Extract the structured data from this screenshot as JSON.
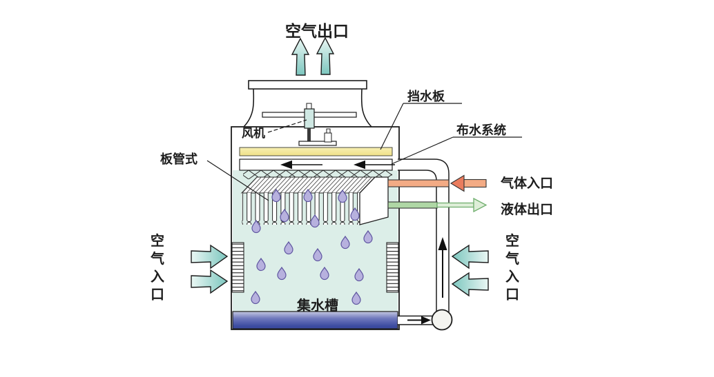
{
  "diagram": {
    "title_note": "evaporative cooling tower schematic",
    "labels": {
      "air_outlet": "空气出口",
      "fan": "风机",
      "water_baffle": "挡水板",
      "water_distribution_system": "布水系统",
      "plate_tube_type": "板管式",
      "gas_inlet": "气体入口",
      "liquid_outlet": "液体出口",
      "air_inlet": "空气入口",
      "air_inlet_vertical_chars": [
        "空",
        "气",
        "入",
        "口"
      ],
      "water_collection_tank": "集水槽"
    },
    "colors": {
      "arrow_teal": "#7cc6be",
      "arrow_light": "#eaf7f4",
      "baffle_yellow": "#f0e188",
      "baffle_yellow_light": "#f7efb2",
      "gas_pipe_orange": "#f3ab85",
      "gas_arrow_red": "#ea7c5e",
      "liquid_pipe_green": "#afd7a5",
      "liquid_arrow_outline": "#6fae6d",
      "liquid_arrow_fill": "#deeed8",
      "tank_interior": "#dceee8",
      "basin_light": "#c6c9e2",
      "basin_mid": "#7079bd",
      "basin_dark": "#3c4ba0",
      "droplet_fill": "#b7b1de",
      "droplet_outline": "#5e55a0",
      "fan_hub": "#cfe8e3",
      "line": "#1c1c1c"
    }
  }
}
